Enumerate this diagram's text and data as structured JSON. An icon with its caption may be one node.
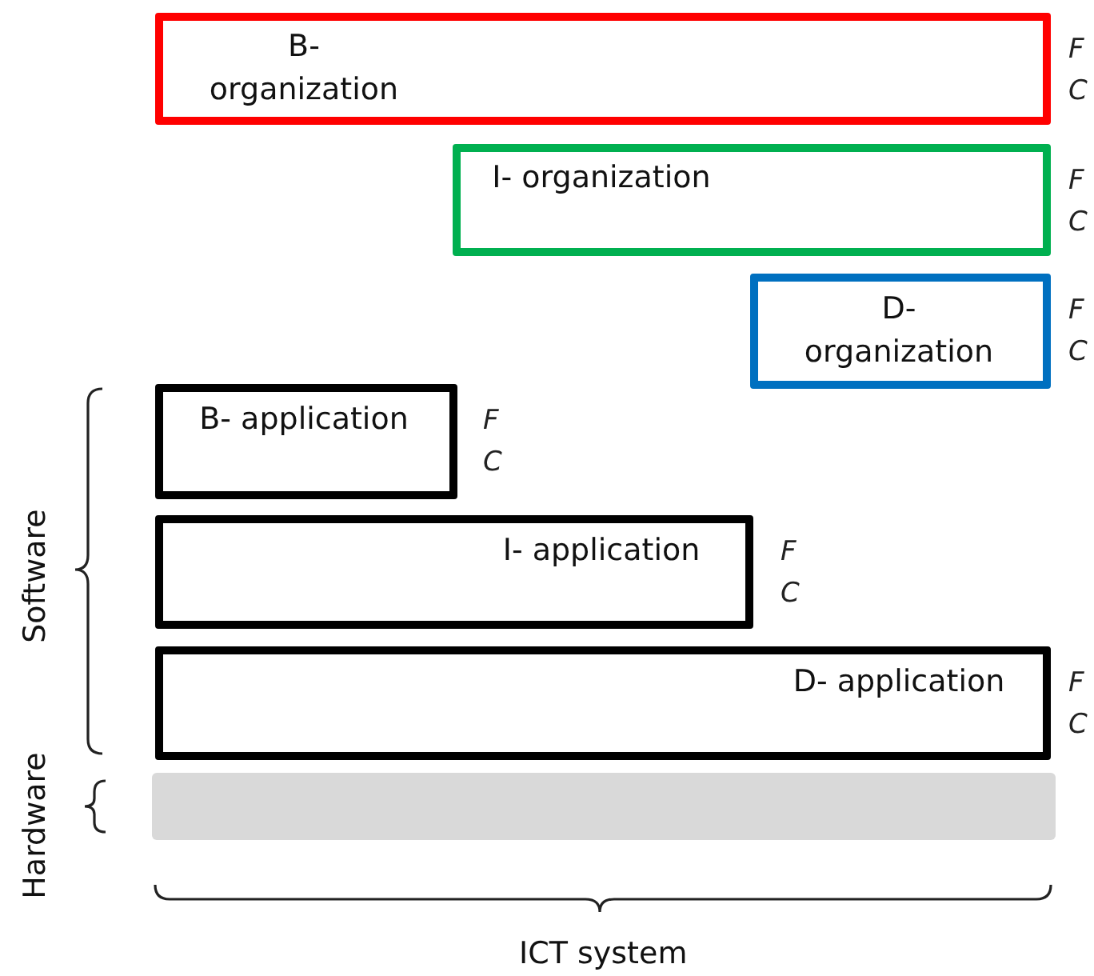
{
  "diagram": {
    "nodes": [
      {
        "text": [
          "B- organization"
        ],
        "beside": [
          "F",
          "C"
        ]
      },
      {
        "text": [
          "I- organization"
        ],
        "beside": [
          "F",
          "C"
        ]
      },
      {
        "text": [
          "D- organization"
        ],
        "beside": [
          "F",
          "C"
        ]
      },
      {
        "text": [
          "B- application"
        ],
        "beside": [
          "F",
          "C"
        ]
      },
      {
        "text": [
          "I- application"
        ],
        "beside": [
          "F",
          "C"
        ]
      },
      {
        "text": [
          "D- application"
        ],
        "beside": [
          "F",
          "C"
        ]
      },
      {
        "text": [],
        "shape": "bar"
      }
    ],
    "edges": [],
    "labels": [
      "Software",
      "Hardware",
      "ICT system"
    ]
  }
}
